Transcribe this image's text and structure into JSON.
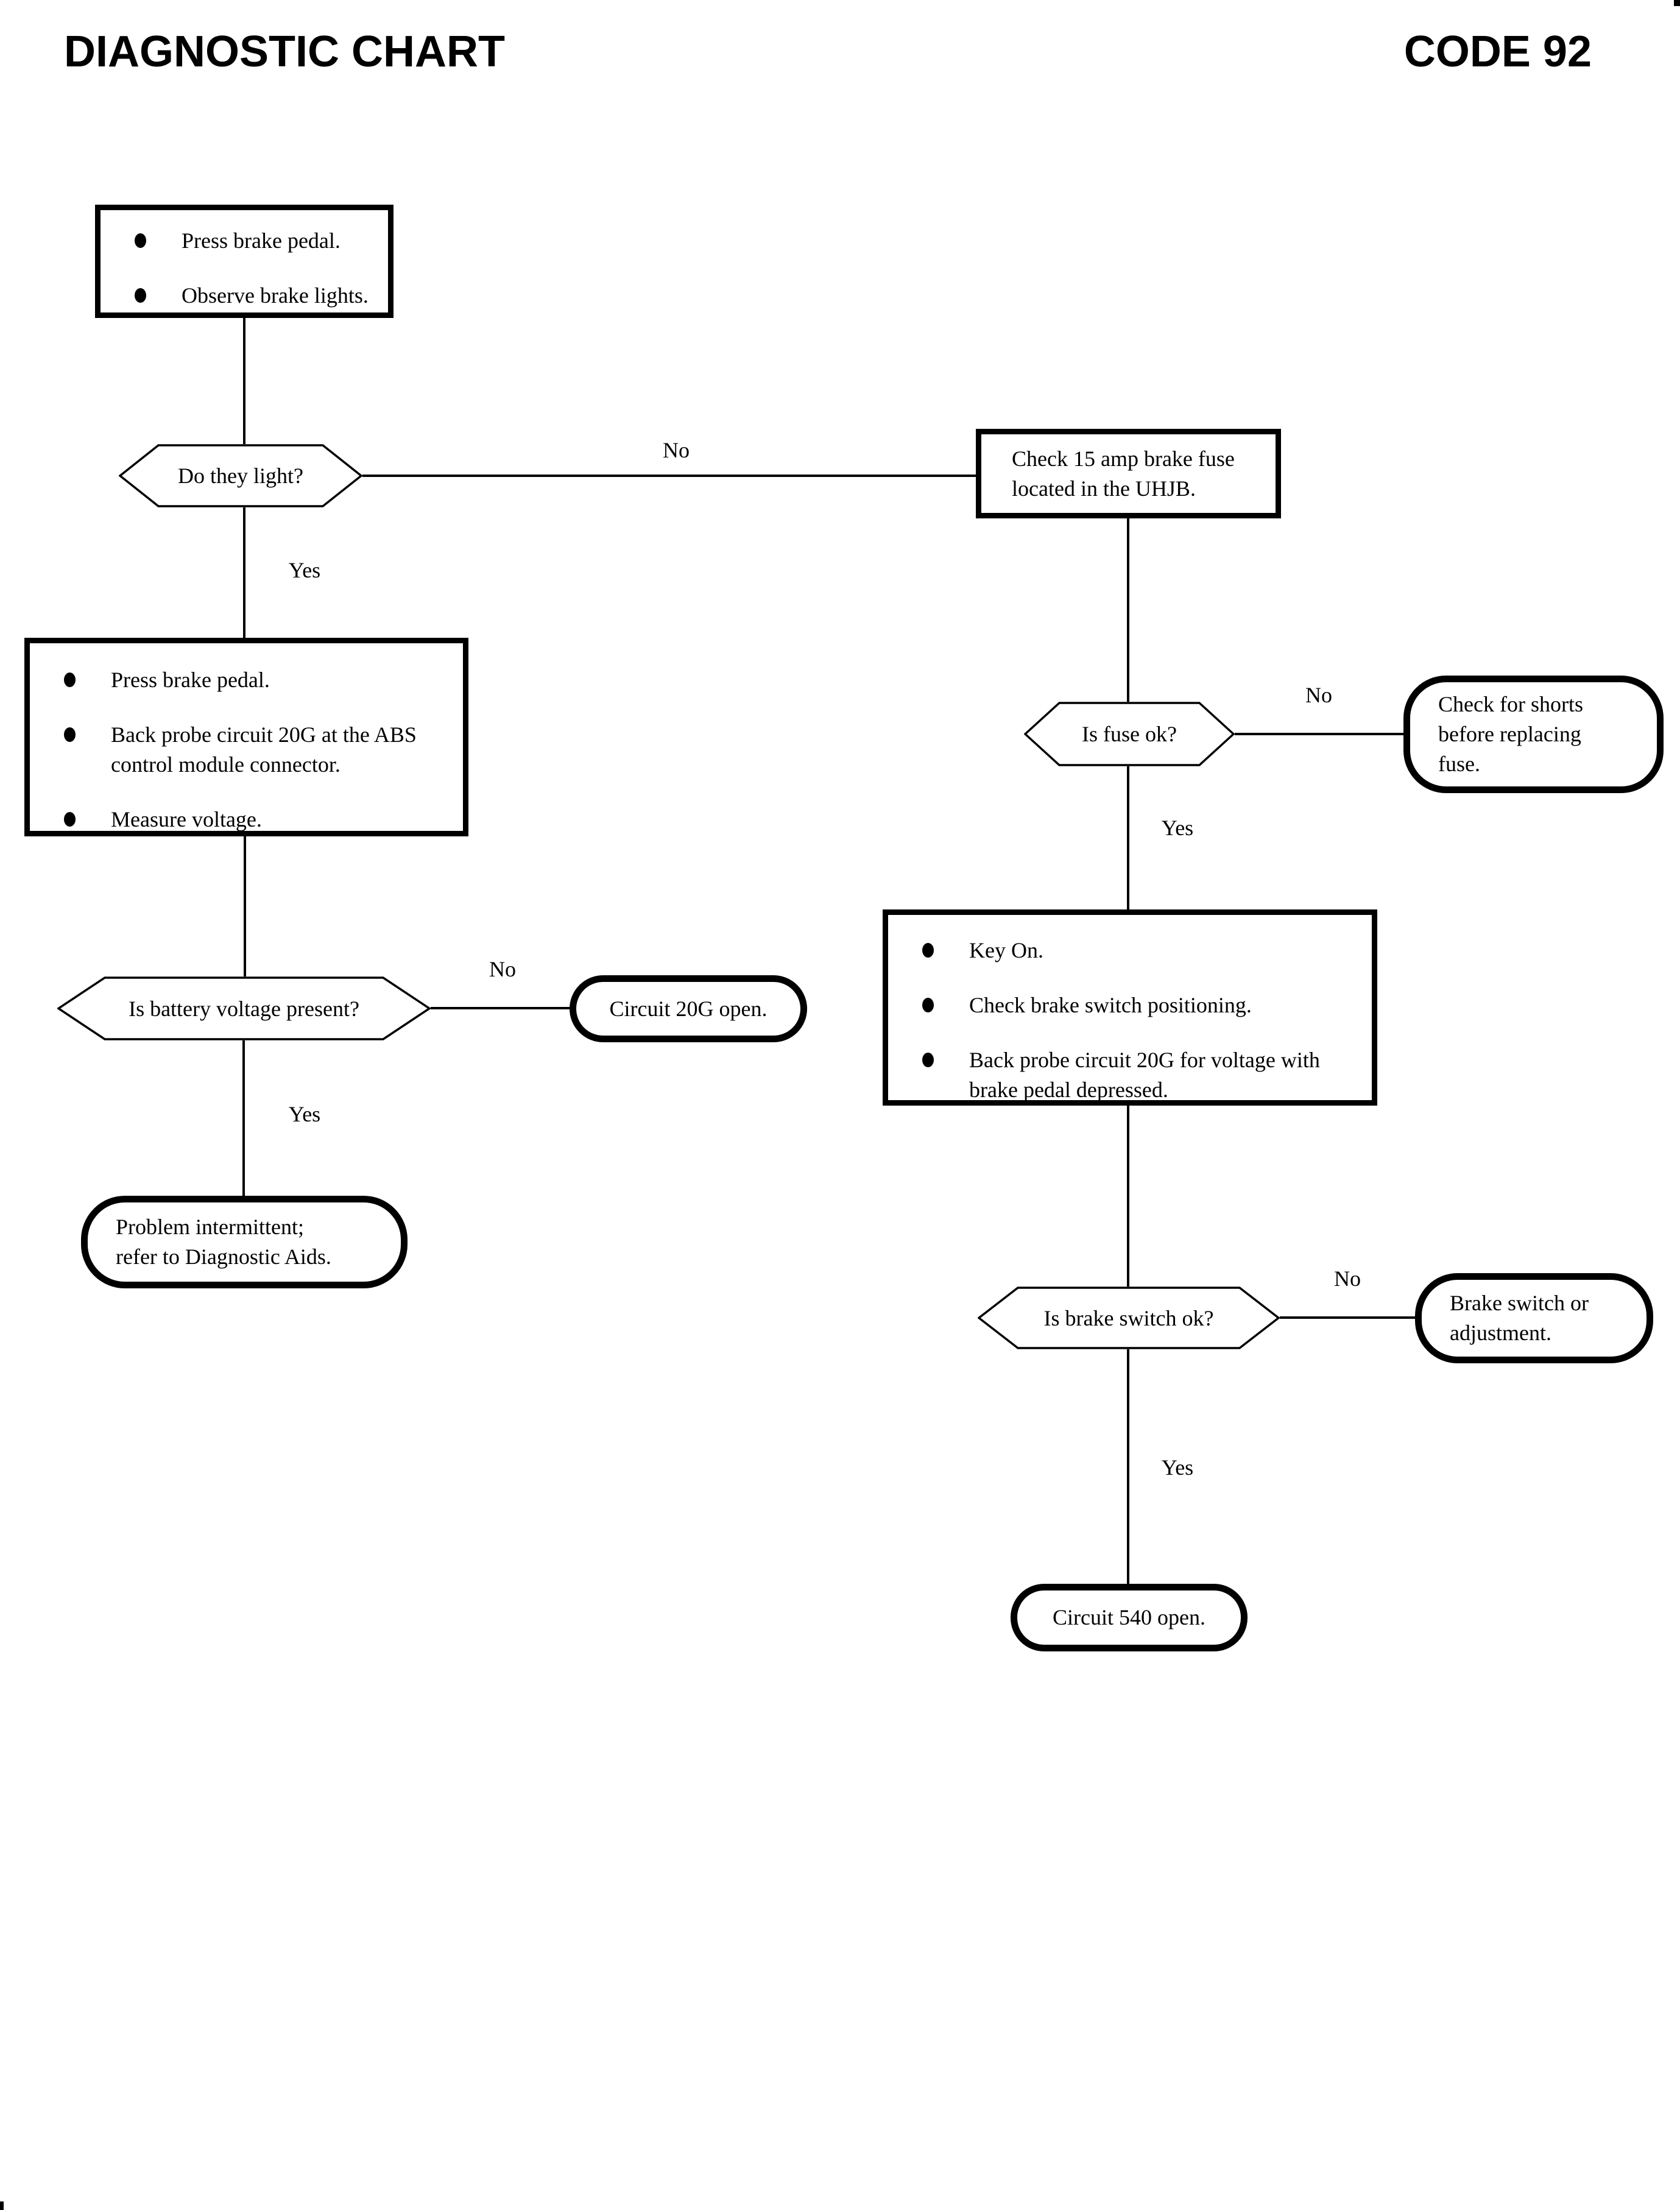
{
  "page": {
    "title": "DIAGNOSTIC CHART",
    "code": "CODE 92"
  },
  "flowchart": {
    "start_box": {
      "bullets": [
        "Press brake pedal.",
        "Observe brake lights."
      ]
    },
    "do_they_light": {
      "question": "Do they light?",
      "no_label": "No",
      "yes_label": "Yes"
    },
    "check_fuse_box": {
      "text": "Check 15 amp brake fuse\nlocated in the UHJB."
    },
    "probe_abs_box": {
      "bullets": [
        "Press brake pedal.",
        "Back probe circuit 20G at the ABS\ncontrol module connector.",
        "Measure voltage."
      ]
    },
    "is_fuse_ok": {
      "question": "Is fuse ok?",
      "no_label": "No",
      "yes_label": "Yes"
    },
    "check_shorts": {
      "text": "Check for shorts\nbefore replacing\nfuse."
    },
    "key_on_box": {
      "bullets": [
        "Key On.",
        "Check brake switch positioning.",
        "Back probe circuit 20G for voltage with\nbrake pedal depressed."
      ]
    },
    "is_battery_voltage_present": {
      "question": "Is battery voltage present?",
      "no_label": "No",
      "yes_label": "Yes"
    },
    "circuit_20g_open": {
      "text": "Circuit 20G open."
    },
    "problem_intermittent": {
      "text": "Problem intermittent;\nrefer to Diagnostic Aids."
    },
    "is_brake_switch_ok": {
      "question": "Is brake switch ok?",
      "no_label": "No",
      "yes_label": "Yes"
    },
    "brake_switch_or_adjustment": {
      "text": "Brake switch or\nadjustment."
    },
    "circuit_540_open": {
      "text": "Circuit 540 open."
    }
  }
}
